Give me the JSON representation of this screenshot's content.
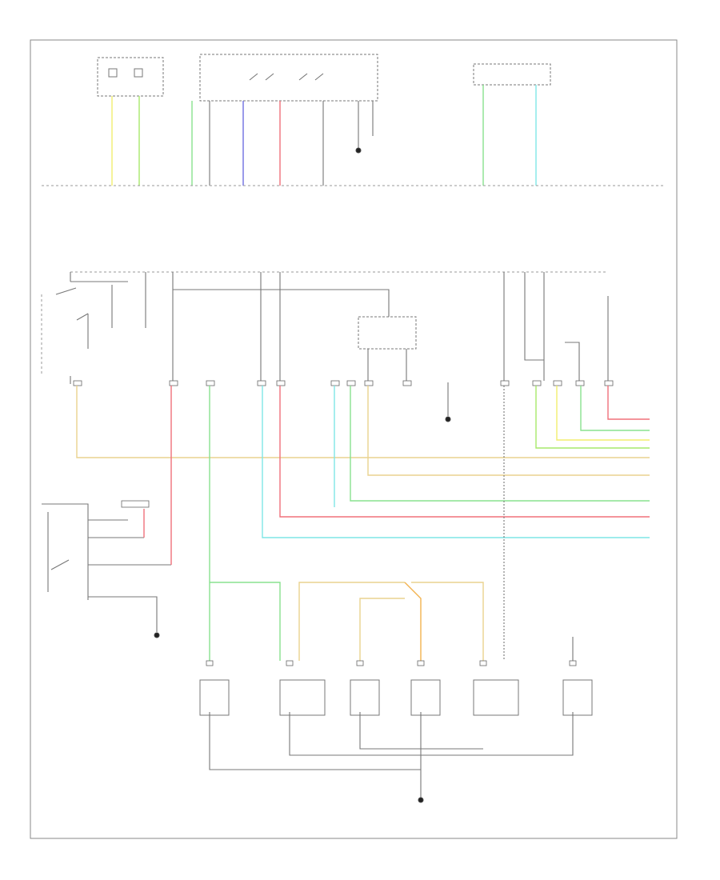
{
  "footer_id": "",
  "colors": {
    "yellow": "#f2ee6e",
    "lime": "#a7e86a",
    "green": "#88e28f",
    "blue": "#6f6fe0",
    "red": "#f0707a",
    "cyan": "#7fe6e6",
    "tan": "#ead28f",
    "orange": "#f2b24e",
    "gray": "#777777"
  },
  "lamps": [
    {
      "name": "lamp-left-front-side-marker",
      "label": ""
    },
    {
      "name": "lamp-left-front-turn",
      "label": ""
    },
    {
      "name": "lamp-left-park",
      "label": ""
    },
    {
      "name": "lamp-right-park",
      "label": ""
    },
    {
      "name": "lamp-right-front-turn",
      "label": ""
    },
    {
      "name": "lamp-right-front-side-marker",
      "label": ""
    }
  ],
  "ground_labels": [
    "",
    "",
    ""
  ]
}
